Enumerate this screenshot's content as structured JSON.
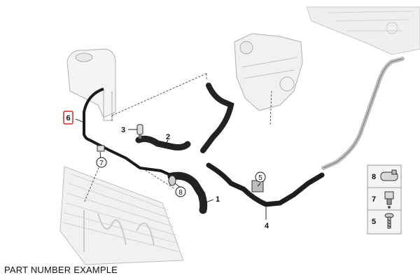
{
  "diagram": {
    "callouts": [
      {
        "id": "1",
        "style": "plain"
      },
      {
        "id": "2",
        "style": "plain"
      },
      {
        "id": "3",
        "style": "plain"
      },
      {
        "id": "4",
        "style": "plain"
      },
      {
        "id": "5",
        "style": "circled"
      },
      {
        "id": "6",
        "style": "highlighted"
      },
      {
        "id": "7",
        "style": "circled"
      },
      {
        "id": "8",
        "style": "circled"
      }
    ],
    "legend": [
      {
        "id": "8",
        "part": "hose-clamp"
      },
      {
        "id": "7",
        "part": "quick-connector"
      },
      {
        "id": "5",
        "part": "screw"
      }
    ],
    "highlight_color": "#d9262c"
  },
  "caption": "PART NUMBER EXAMPLE"
}
